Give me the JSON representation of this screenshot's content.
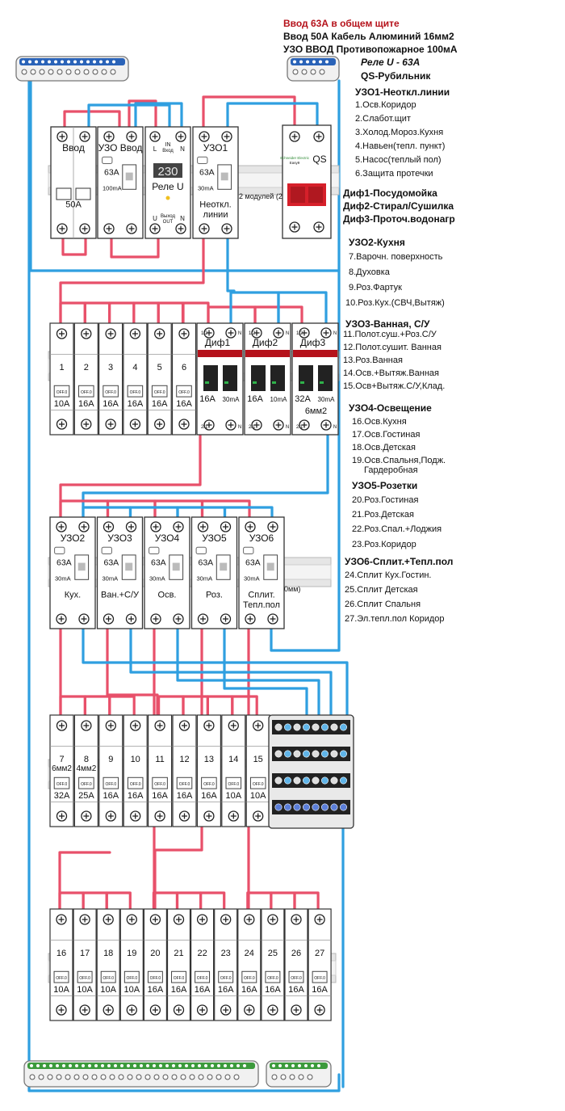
{
  "header": {
    "line1": "Ввод 63А в общем щите",
    "line2": "Ввод 50А Кабель Алюминий 16мм2",
    "line3": "УЗО ВВОД Противопожарное 100мА",
    "line4": "Реле U - 63А",
    "line5": "QS-Рубильник"
  },
  "groups": [
    {
      "title": "УЗО1-Неоткл.линии",
      "items": [
        "1.Осв.Коридор",
        "2.Слабот.щит",
        "3.Холод.Мороз.Кухня",
        "4.Навьен(тепл. пункт)",
        "5.Насос(теплый пол)",
        "6.Защита протечки"
      ]
    },
    {
      "title": "Диф1-Посудомойка"
    },
    {
      "title": "Диф2-Стирал/Сушилка"
    },
    {
      "title": "Диф3-Проточ.водонагр"
    },
    {
      "title": "УЗО2-Кухня",
      "items": [
        "7.Варочн. поверхность",
        "8.Духовка",
        "9.Роз.Фартук",
        "10.Роз.Кух.(СВЧ,Вытяж)"
      ]
    },
    {
      "title": "УЗО3-Ванная, С/У",
      "items": [
        "11.Полот.суш.+Роз.С/У",
        "12.Полот.сушит. Ванная",
        "13.Роз.Ванная",
        "14.Осв.+Вытяж.Ванная",
        "15.Осв+Вытяж.С/У,Клад."
      ]
    },
    {
      "title": "УЗО4-Освещение",
      "items": [
        "16.Осв.Кухня",
        "17.Осв.Гостиная",
        "18.Осв.Детская",
        "19.Осв.Спальня,Подж.",
        "Гардеробная"
      ]
    },
    {
      "title": "УЗО5-Розетки",
      "items": [
        "20.Роз.Гостиная",
        "21.Роз.Детская",
        "22.Роз.Спал.+Лоджия",
        "23.Роз.Коридор"
      ]
    },
    {
      "title": "УЗО6-Сплит.+Тепл.пол",
      "items": [
        "24.Сплит Кух.Гостин.",
        "25.Сплит Детская",
        "26.Сплит Спальня",
        "27.Эл.тепл.пол Коридор"
      ]
    }
  ],
  "devices": {
    "row1": [
      {
        "name": "Ввод",
        "rating": "50А"
      },
      {
        "name": "УЗО Ввод",
        "rating": "63А",
        "sub": "100mA"
      },
      {
        "name": "Реле U",
        "display": "230",
        "top_l": "L",
        "top_in": "IN",
        "top_vhod": "Вход",
        "top_n": "N",
        "bot_u": "U",
        "bot_vyhod": "Выход",
        "bot_out": "OUT",
        "bot_n": "N"
      },
      {
        "name": "УЗО1",
        "rating": "63А",
        "sub": "30mA",
        "label": "Неоткл.",
        "label2": "линии"
      },
      {
        "name": "QS",
        "brand": "Schneider Electric",
        "model": "Easy9"
      }
    ],
    "din_note": "2 модулей (2",
    "row2_breakers": [
      {
        "num": "1",
        "rating": "10А"
      },
      {
        "num": "2",
        "rating": "16А"
      },
      {
        "num": "3",
        "rating": "16А"
      },
      {
        "num": "4",
        "rating": "16А"
      },
      {
        "num": "5",
        "rating": "16А"
      },
      {
        "num": "6",
        "rating": "16А"
      }
    ],
    "row2_difs": [
      {
        "name": "Диф1",
        "rating": "16А",
        "sub": "30mA"
      },
      {
        "name": "Диф2",
        "rating": "16А",
        "sub": "10mA"
      },
      {
        "name": "Диф3",
        "rating": "32А",
        "sub": "30mA",
        "note": "6мм2"
      }
    ],
    "row3_rcds": [
      {
        "name": "УЗО2",
        "rating": "63А",
        "sub": "30mA",
        "label": "Кух."
      },
      {
        "name": "УЗО3",
        "rating": "63А",
        "sub": "30mA",
        "label": "Ван.+С/У"
      },
      {
        "name": "УЗО4",
        "rating": "63А",
        "sub": "30mA",
        "label": "Осв."
      },
      {
        "name": "УЗО5",
        "rating": "63А",
        "sub": "30mA",
        "label": "Роз."
      },
      {
        "name": "УЗО6",
        "rating": "63А",
        "sub": "30mA",
        "label": "Сплит.",
        "label2": "Тепл.пол"
      }
    ],
    "row3_note": "0мм)",
    "row4_breakers": [
      {
        "num": "7",
        "rating": "32А",
        "note": "6мм2"
      },
      {
        "num": "8",
        "rating": "25А",
        "note": "4мм2"
      },
      {
        "num": "9",
        "rating": "16А"
      },
      {
        "num": "10",
        "rating": "16А"
      },
      {
        "num": "11",
        "rating": "16А"
      },
      {
        "num": "12",
        "rating": "16А"
      },
      {
        "num": "13",
        "rating": "16А"
      },
      {
        "num": "14",
        "rating": "10А"
      },
      {
        "num": "15",
        "rating": "10А"
      }
    ],
    "row5_breakers": [
      {
        "num": "16",
        "rating": "10А"
      },
      {
        "num": "17",
        "rating": "10А"
      },
      {
        "num": "18",
        "rating": "10А"
      },
      {
        "num": "19",
        "rating": "10А"
      },
      {
        "num": "20",
        "rating": "16А"
      },
      {
        "num": "21",
        "rating": "16А"
      },
      {
        "num": "22",
        "rating": "16А"
      },
      {
        "num": "23",
        "rating": "16А"
      },
      {
        "num": "24",
        "rating": "16А"
      },
      {
        "num": "25",
        "rating": "16А"
      },
      {
        "num": "26",
        "rating": "16А"
      },
      {
        "num": "27",
        "rating": "16А"
      }
    ],
    "off_text": "OFF.0"
  },
  "colors": {
    "phase": "#e8506a",
    "neutral": "#2f9fe0",
    "brand_red": "#b5121b",
    "busbar": "#2a63b8"
  }
}
